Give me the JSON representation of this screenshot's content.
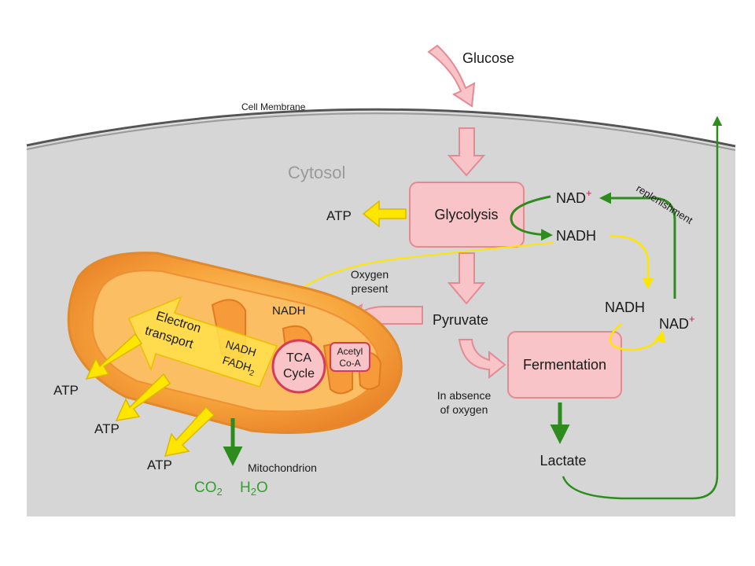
{
  "labels": {
    "glucose": "Glucose",
    "cell_membrane": "Cell Membrane",
    "cytosol": "Cytosol",
    "glycolysis": "Glycolysis",
    "atp_glycolysis": "ATP",
    "nad_plus_top": "NAD",
    "plus_sign": "+",
    "nadh_top": "NADH",
    "replenishment": "replenishment",
    "oxygen_present_line1": "Oxygen",
    "oxygen_present_line2": "present",
    "nadh_mito": "NADH",
    "pyruvate": "Pyruvate",
    "nadh_right": "NADH",
    "nad_plus_right": "NAD",
    "fermentation": "Fermentation",
    "absence_line1": "In absence",
    "absence_line2": "of oxygen",
    "lactate": "Lactate",
    "electron_transport_line1": "Electron",
    "electron_transport_line2": "transport",
    "nadh_inner": "NADH",
    "fadh_inner": "FADH",
    "fadh_sub": "2",
    "tca_line1": "TCA",
    "tca_line2": "Cycle",
    "acetyl_line1": "Acetyl",
    "acetyl_line2": "Co-A",
    "atp_1": "ATP",
    "atp_2": "ATP",
    "atp_3": "ATP",
    "mitochondrion": "Mitochondrion",
    "co2_text": "CO",
    "co2_sub": "2",
    "h2o_h": "H",
    "h2o_sub": "2",
    "h2o_o": "O"
  },
  "colors": {
    "cytosol_fill": "#d6d6d6",
    "membrane": "#555555",
    "pink_box": "#f9c4c8",
    "pink_border": "#e48a93",
    "green_arrow": "#2e8b1e",
    "yellow_arrow": "#ffe600",
    "mito_orange": "#f7a53c",
    "co2_green": "#2fa32a"
  }
}
